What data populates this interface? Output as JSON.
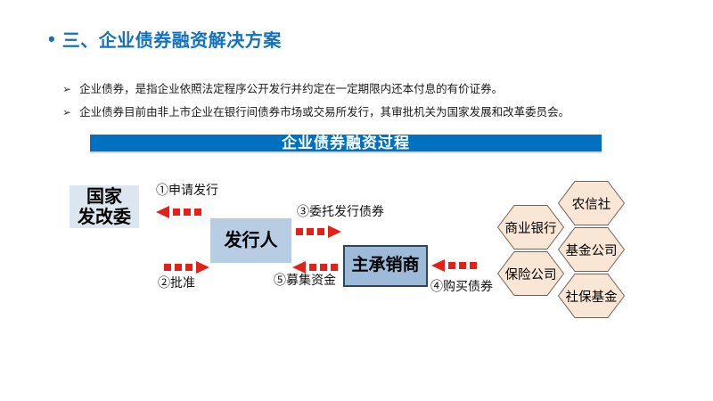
{
  "slide": {
    "title": {
      "bullet": "•",
      "text": "三、企业债券融资解决方案"
    },
    "bullets": [
      {
        "marker": "➢",
        "text": "企业债券，是指企业依照法定程序公开发行并约定在一定期限内还本付息的有价证券。"
      },
      {
        "marker": "➢",
        "text": "企业债券目前由非上市企业在银行间债券市场或交易所发行，其审批机关为国家发展和改革委员会。"
      }
    ],
    "banner": {
      "text": "企业债券融资过程"
    },
    "diagram": {
      "nodes": {
        "ndrc": {
          "line1": "国家",
          "line2": "发改委"
        },
        "issuer": {
          "label": "发行人"
        },
        "underwriter": {
          "label": "主承销商"
        }
      },
      "steps": {
        "step1": "①申请发行",
        "step2": "②批准",
        "step3": "③委托发行债券",
        "step4": "④购买债券",
        "step5": "⑤募集资金"
      },
      "investors": [
        "农信社",
        "商业银行",
        "基金公司",
        "保险公司",
        "社保基金"
      ]
    },
    "colors": {
      "title_blue": "#1272BD",
      "banner_blue": "#0070C0",
      "arrow_red": "#E32119",
      "ndrc_fill": "#DCE6F1",
      "issuer_fill": "#B8CCE4",
      "underwriter_fill": "#9DBBD9",
      "underwriter_border": "#264665",
      "hex_fill": "#FAE6D5",
      "hex_border": "#6E635A"
    }
  }
}
